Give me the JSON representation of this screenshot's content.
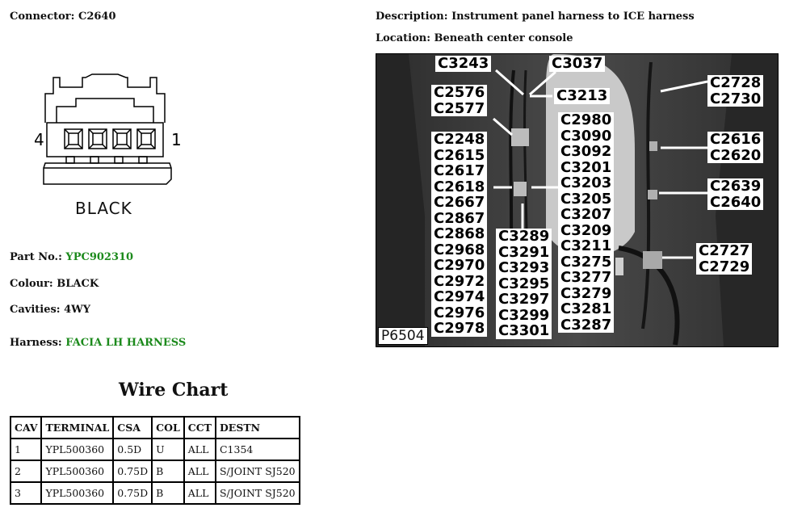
{
  "connector": {
    "label": "Connector:",
    "value": "C2640"
  },
  "description": {
    "label": "Description:",
    "value": "Instrument panel harness to ICE harness"
  },
  "location": {
    "label": "Location:",
    "value": "Beneath center console"
  },
  "drawing": {
    "left_pin": "4",
    "right_pin": "1",
    "colour_caption": "BLACK"
  },
  "part_no": {
    "label": "Part No.:",
    "value": "YPC902310"
  },
  "colour": {
    "label": "Colour:",
    "value": "BLACK"
  },
  "cavities": {
    "label": "Cavities:",
    "value": "4WY"
  },
  "harness": {
    "label": "Harness:",
    "value": "FACIA LH HARNESS"
  },
  "wire_chart": {
    "title": "Wire Chart",
    "headers": [
      "CAV",
      "TERMINAL",
      "CSA",
      "COL",
      "CCT",
      "DESTN"
    ],
    "rows": [
      [
        "1",
        "YPL500360",
        "0.5D",
        "U",
        "ALL",
        "C1354"
      ],
      [
        "2",
        "YPL500360",
        "0.75D",
        "B",
        "ALL",
        "S/JOINT SJ520"
      ],
      [
        "3",
        "YPL500360",
        "0.75D",
        "B",
        "ALL",
        "S/JOINT SJ520"
      ]
    ]
  },
  "photo": {
    "reference": "P6504",
    "labels": {
      "c3243": "C3243",
      "c3037": "C3037",
      "c3213": "C3213",
      "c2576_2577": "C2576\nC2577",
      "left_column": "C2248\nC2615\nC2617\nC2618\nC2667\nC2867\nC2868\nC2968\nC2970\nC2972\nC2974\nC2976\nC2978",
      "middle_column": "C3289\nC3291\nC3293\nC3295\nC3297\nC3299\nC3301",
      "right_column": "C2980\nC3090\nC3092\nC3201\nC3203\nC3205\nC3207\nC3209\nC3211\nC3275\nC3277\nC3279\nC3281\nC3287",
      "c2728_2730": "C2728\nC2730",
      "c2616_2620": "C2616\nC2620",
      "c2639_2640": "C2639\nC2640",
      "c2727_2729": "C2727\nC2729"
    }
  }
}
